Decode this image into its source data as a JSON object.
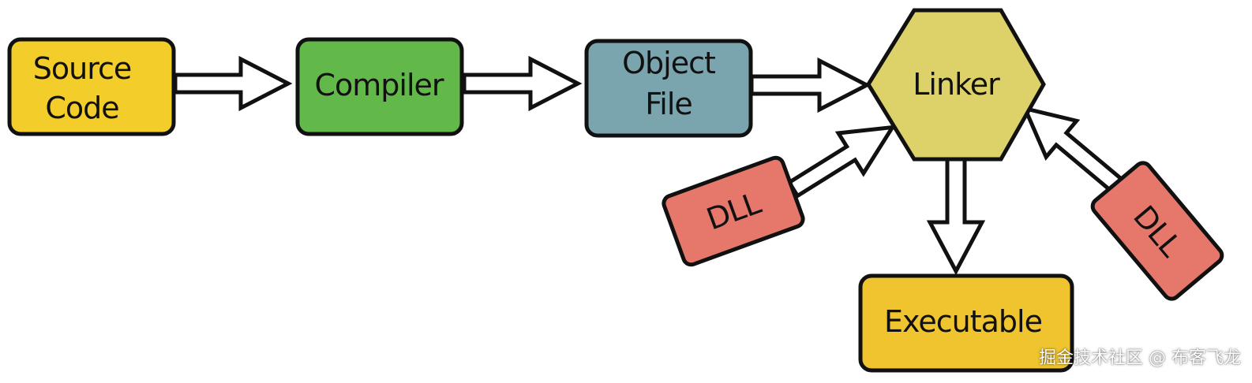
{
  "nodes": {
    "source_code": {
      "line1": "Source",
      "line2": "Code"
    },
    "compiler": {
      "label": "Compiler"
    },
    "object_file": {
      "line1": "Object",
      "line2": "File"
    },
    "linker": {
      "label": "Linker"
    },
    "dll_left": {
      "label": "DLL"
    },
    "dll_right": {
      "label": "DLL"
    },
    "executable": {
      "label": "Executable"
    }
  },
  "colors": {
    "source_code": "#f3cd2a",
    "compiler": "#62b94a",
    "object_file": "#7aa4ae",
    "linker": "#ddd26a",
    "dll": "#e5786a",
    "executable": "#f0c42e"
  },
  "watermark": "掘金技术社区 @ 布客飞龙"
}
